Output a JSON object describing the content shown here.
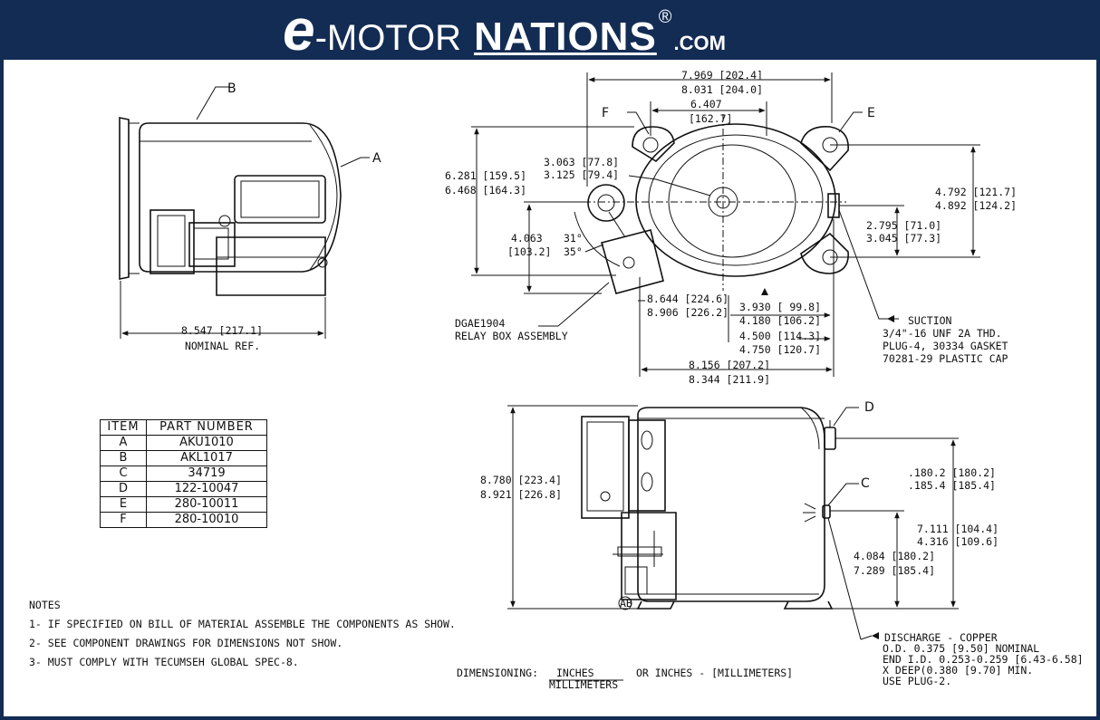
{
  "brand": {
    "e": "e",
    "motor": "-MOTOR",
    "nations": "NATIONS",
    "reg": "®",
    "com": ".COM"
  },
  "side_view": {
    "label_a": "A",
    "label_b": "B",
    "dim_value": "8.547 [217.1]",
    "dim_note": "NOMINAL REF."
  },
  "top_view": {
    "overall_1": "7.969 [202.4]",
    "overall_2": "8.031 [204.0]",
    "mount_1": "6.407",
    "mount_2": "[162.7]",
    "label_f": "F",
    "label_e": "E",
    "height_1": "6.281 [159.5]",
    "height_2": "6.468 [164.3]",
    "tc_1": "3.063 [77.8]",
    "tc_2": "3.125 [79.4]",
    "relay_h_1": "4.063",
    "relay_h_2": "[103.2]",
    "angle_1": "31°",
    "angle_2": "35°",
    "r_1": "8.644 [224.6]",
    "r_2": "8.906 [226.2]",
    "c_1": "3.930 [ 99.8]",
    "c_2": "4.180 [106.2]",
    "d_1": "4.500 [114.3]",
    "d_2": "4.750 [120.7]",
    "w_1": "8.156 [207.2]",
    "w_2": "8.344 [211.9]",
    "right_1": "4.792 [121.7]",
    "right_2": "4.892 [124.2]",
    "suction_off_1": "2.795 [71.0]",
    "suction_off_2": "3.045 [77.3]",
    "relay_name_1": "DGAE1904",
    "relay_name_2": "RELAY BOX ASSEMBLY",
    "suction": [
      "SUCTION",
      "3/4\"-16 UNF 2A THD.",
      "PLUG-4, 30334 GASKET",
      "70281-29 PLASTIC CAP"
    ]
  },
  "front_view": {
    "label_d": "D",
    "label_c": "C",
    "ab_mark": "AB",
    "height_1": "8.780 [223.4]",
    "height_2": "8.921 [226.8]",
    "top_1": ".180.2 [180.2]",
    "top_2": ".185.4 [185.4]",
    "right_1": "7.111 [104.4]",
    "right_2": "4.316 [109.6]",
    "low_1": "4.084 [180.2]",
    "low_2": "7.289 [185.4]",
    "discharge": [
      "DISCHARGE - COPPER",
      "O.D. 0.375 [9.50] NOMINAL",
      "END I.D. 0.253-0.259 [6.43-6.58]",
      "X DEEP(0.380 [9.70] MIN.",
      "USE PLUG-2."
    ]
  },
  "parts_table": {
    "headers": [
      "ITEM",
      "PART NUMBER"
    ],
    "rows": [
      {
        "item": "A",
        "part": "AKU1010"
      },
      {
        "item": "B",
        "part": "AKL1017"
      },
      {
        "item": "C",
        "part": "34719"
      },
      {
        "item": "D",
        "part": "122-10047"
      },
      {
        "item": "E",
        "part": "280-10011"
      },
      {
        "item": "F",
        "part": "280-10010"
      }
    ]
  },
  "notes": {
    "title": "NOTES",
    "items": [
      "1- IF SPECIFIED ON BILL OF MATERIAL ASSEMBLE THE COMPONENTS AS SHOW.",
      "2- SEE COMPONENT DRAWINGS FOR DIMENSIONS NOT SHOW.",
      "3- MUST COMPLY WITH TECUMSEH GLOBAL SPEC-8."
    ]
  },
  "dimensioning": {
    "label": "DIMENSIONING:",
    "inches": "INCHES",
    "millimeters": "MILLIMETERS",
    "alt": "OR INCHES - [MILLIMETERS]"
  }
}
